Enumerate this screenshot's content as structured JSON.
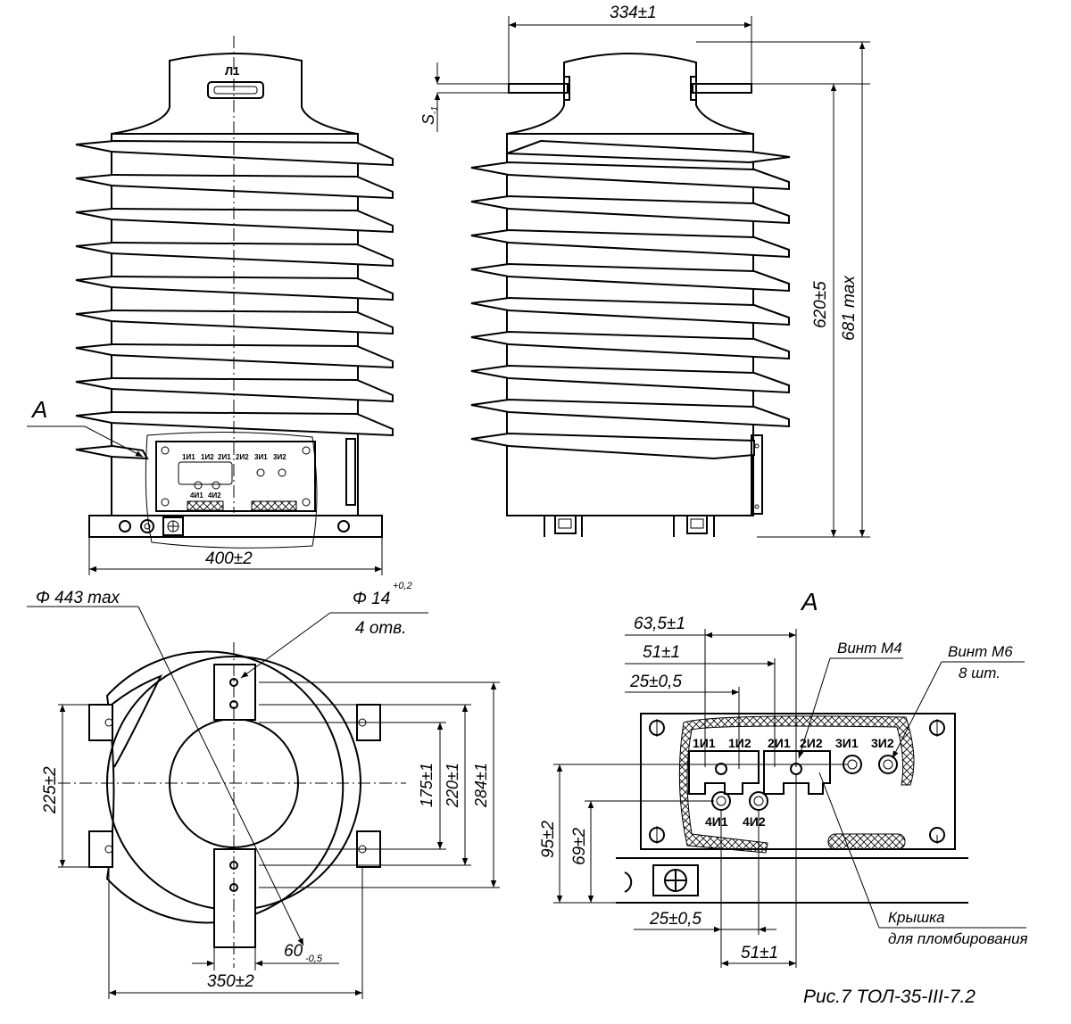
{
  "views": {
    "front": {
      "top_mark": "Л1",
      "section_label": "A",
      "width_dim": "400±2",
      "terminals": [
        "1И1",
        "1И2",
        "2И1",
        "2И2",
        "3И1",
        "3И2"
      ],
      "terminals_lower": [
        "4И1",
        "4И2"
      ]
    },
    "side": {
      "top_dim": "334±1",
      "s_dim": "S",
      "s_sub": "-1",
      "height_dim": "620±5",
      "total_height_dim": "681 max"
    },
    "plan": {
      "diameter": "Φ 443 max",
      "hole_dim": "Φ 14",
      "hole_tol": "+0,2",
      "hole_count": "4 отв.",
      "dim_225": "225±2",
      "dim_175": "175±1",
      "dim_220": "220±1",
      "dim_284": "284±1",
      "dim_350": "350±2",
      "dim_60": "60",
      "dim_60_tol": "-0,5"
    },
    "detail": {
      "title": "A",
      "dim_63": "63,5±1",
      "dim_51": "51±1",
      "dim_25": "25±0,5",
      "screw_m4": "Винт М4",
      "screw_m6": "Винт М6",
      "screw_m6_count": "8 шт.",
      "dim_95": "95±2",
      "dim_69": "69±2",
      "dim_25_bottom": "25±0,5",
      "dim_51_bottom": "51±1",
      "cover_line1": "Крышка",
      "cover_line2": "для пломбирования",
      "terminals": [
        "1И1",
        "1И2",
        "2И1",
        "2И2",
        "3И1",
        "3И2"
      ],
      "terminals_lower": [
        "4И1",
        "4И2"
      ]
    }
  },
  "caption": "Рис.7 ТОЛ-35-III-7.2"
}
